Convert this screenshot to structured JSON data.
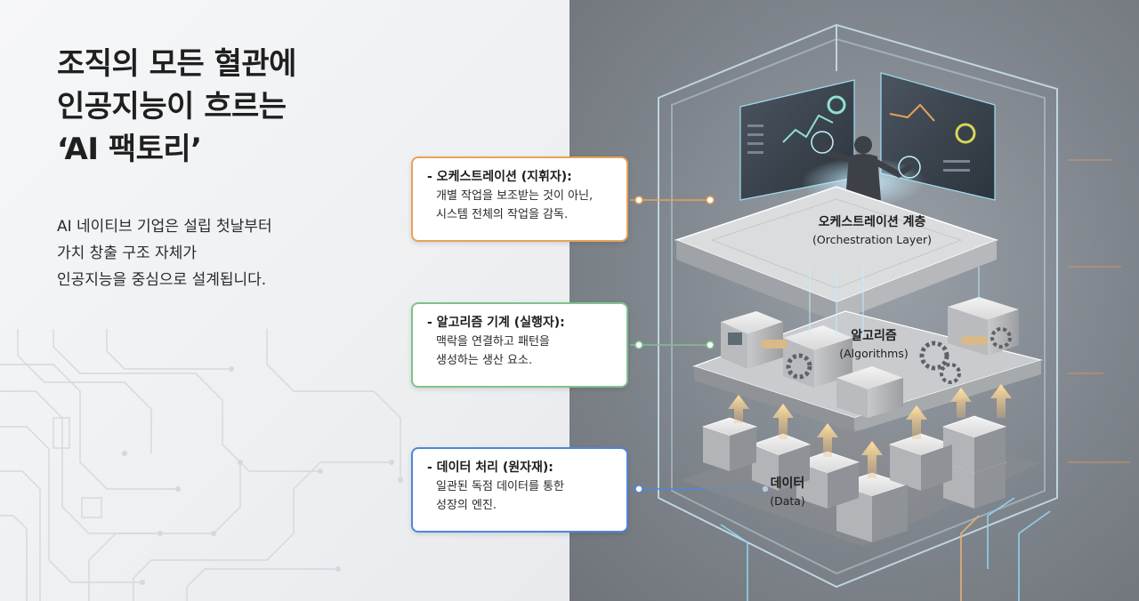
{
  "headline": {
    "line1": "조직의 모든 혈관에",
    "line2": "인공지능이 흐르는",
    "line3": "‘AI 팩토리’"
  },
  "body": {
    "line1": "AI 네이티브 기업은 설립 첫날부터",
    "line2": "가치 창출 구조 자체가",
    "line3": "인공지능을 중심으로 설계됩니다."
  },
  "callouts": [
    {
      "title": "- 오케스트레이션 (지휘자):",
      "desc1": "개별 작업을 보조받는 것이 아닌,",
      "desc2": "시스템 전체의 작업을 감독.",
      "color": "#e6a35a"
    },
    {
      "title": "- 알고리즘 기계 (실행자):",
      "desc1": "맥락을 연결하고 패턴을",
      "desc2": "생성하는 생산 요소.",
      "color": "#7fc28e"
    },
    {
      "title": "- 데이터 처리 (원자재):",
      "desc1": "일관된 독점 데이터를 통한",
      "desc2": "성장의 엔진.",
      "color": "#4f86d8"
    }
  ],
  "layers": {
    "orchestration": {
      "label_ko": "오케스트레이션 계층",
      "label_en": "(Orchestration Layer)"
    },
    "algorithms": {
      "label_ko": "알고리즘",
      "label_en": "(Algorithms)"
    },
    "data": {
      "label_ko": "데이터",
      "label_en": "(Data)"
    }
  },
  "icons": [
    "line-chart-icon",
    "donut-chart-icon",
    "gear-icon",
    "up-arrow-icon",
    "person-silhouette-icon"
  ],
  "colors": {
    "orange": "#e6a35a",
    "green": "#7fc28e",
    "blue": "#4f86d8",
    "glow": "#9fdcf5"
  }
}
